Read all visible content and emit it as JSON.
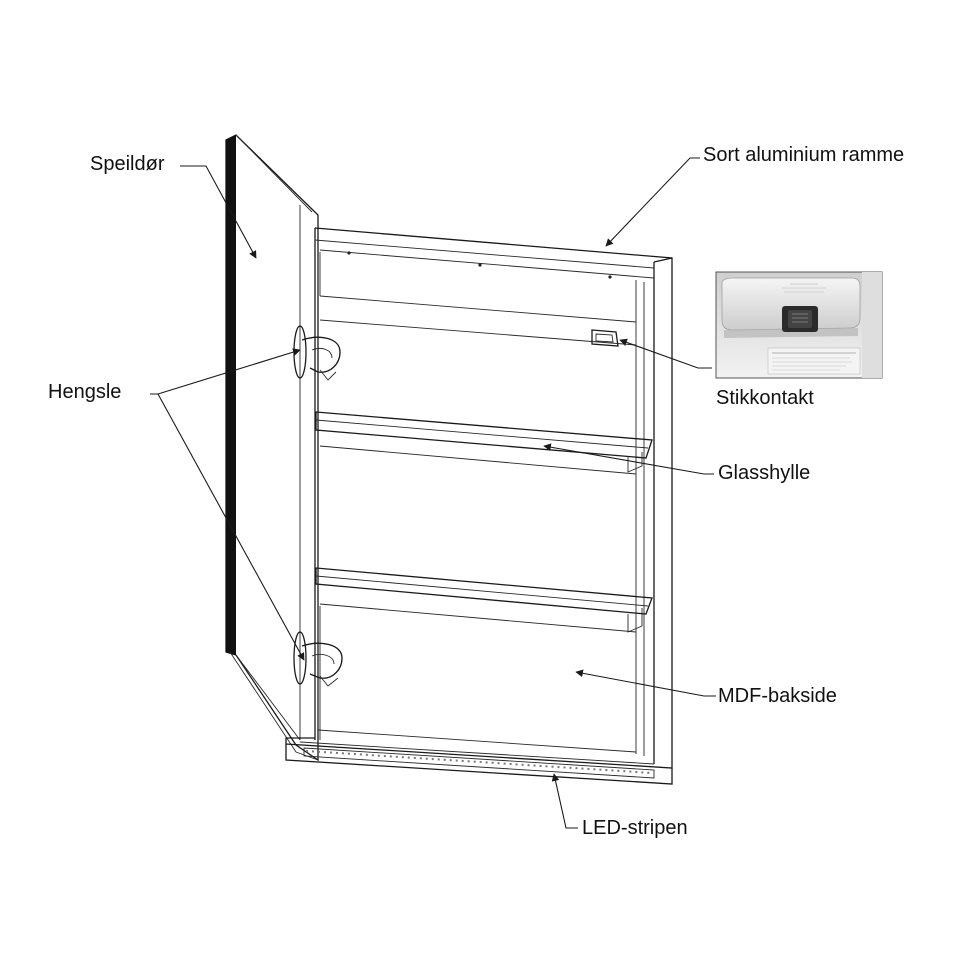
{
  "labels": {
    "mirror_door": "Speildør",
    "frame": "Sort aluminium ramme",
    "socket": "Stikkontakt",
    "hinge": "Hengsle",
    "glass_shelf": "Glasshylle",
    "back_panel": "MDF-bakside",
    "led_strip": "LED-stripen"
  },
  "colors": {
    "line": "#1a1a1a",
    "background": "#ffffff",
    "inset_body": "#e9e9e9",
    "inset_shadow": "#9a9a9a",
    "socket_dark": "#2b2b2b"
  }
}
